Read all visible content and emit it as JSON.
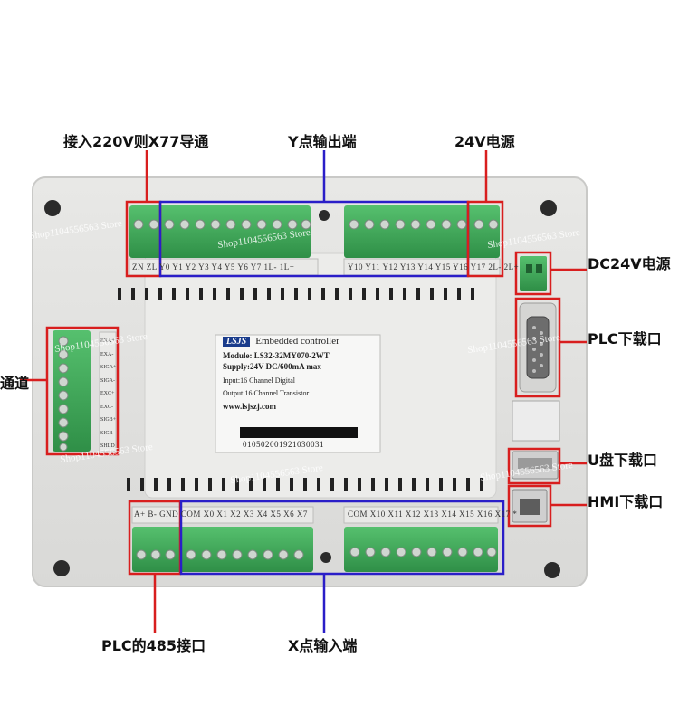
{
  "callouts": {
    "top_left": "接入220V则X77导通",
    "top_center": "Y点输出端",
    "top_right": "24V电源",
    "right_dc24v": "DC24V电源",
    "right_plc": "PLC下载口",
    "right_u": "U盘下载口",
    "right_hmi": "HMI下载口",
    "left_channel": "通道",
    "bottom_left": "PLC的485接口",
    "bottom_center": "X点输入端"
  },
  "top_row_labels_left": "ZN  ZL  Y0  Y1  Y2  Y3  Y4  Y5  Y6  Y7  1L-  1L+",
  "top_row_labels_right": "Y10 Y11 Y12 Y13 Y14 Y15 Y16 Y17  2L-  2L+",
  "bottom_row_labels_left": "A+  B-  GND COM X0  X1  X2  X3  X4  X5  X6  X7",
  "bottom_row_labels_right": "COM X10 X11 X12 X13 X14 X15 X16 X17  *",
  "left_block_labels": [
    "EXA+",
    "EXA-",
    "SIGA+",
    "SIGA-",
    "EXC+",
    "EXC-",
    "SIGB+",
    "SIGB-",
    "SHLD"
  ],
  "label_sticker": {
    "brand": "LSJS",
    "product": "Embedded controller",
    "module": "Module: LS32-32MY070-2WT",
    "supply": "Supply:24V  DC/600mA max",
    "input": "Input:16 Channel Digital",
    "output": "Output:16 Channel Transistor",
    "url": "www.lsjszj.com",
    "serial": "010502001921030031"
  },
  "watermark": "Shop1104556563 Store",
  "colors": {
    "red": "#d81e1e",
    "blue": "#2a1ec8",
    "terminal_green": "#3faa5a",
    "case_grey": "#e3e3e1"
  }
}
